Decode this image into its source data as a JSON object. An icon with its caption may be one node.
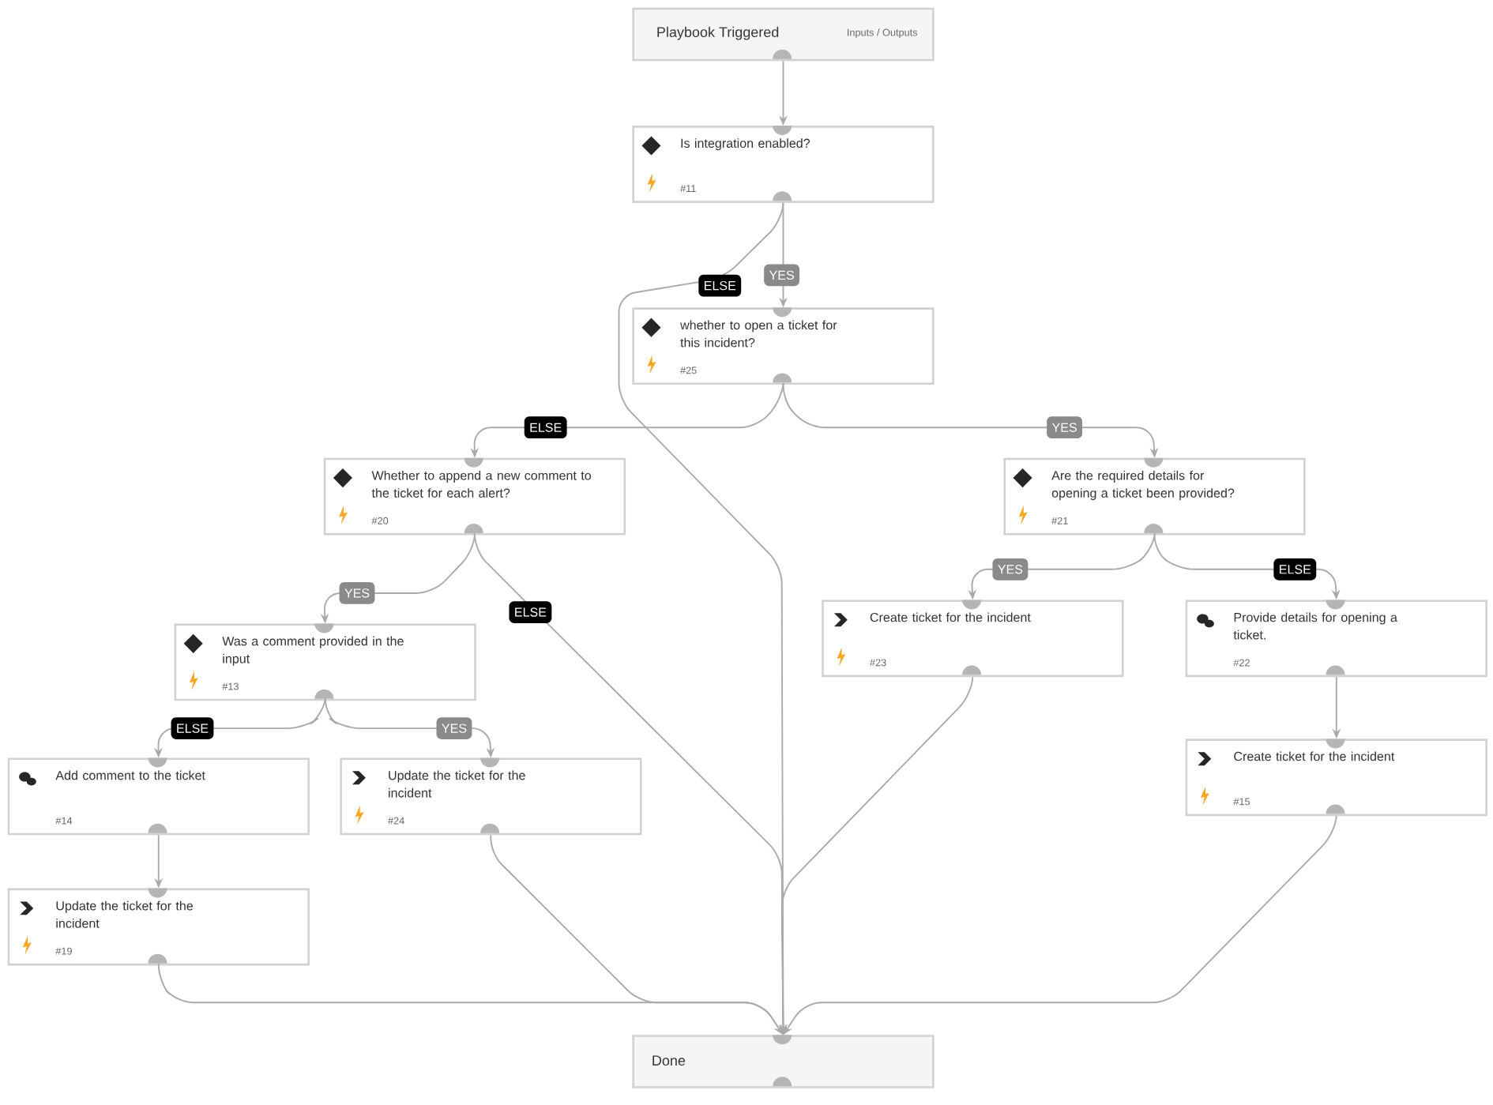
{
  "diagram": {
    "nodes": [
      {
        "text": [
          "Playbook Triggered",
          "Inputs / Outputs"
        ]
      },
      {
        "text": [
          "Is integration enabled?",
          "#11"
        ]
      },
      {
        "text": [
          "whether to open a ticket for this incident?",
          "#25"
        ]
      },
      {
        "text": [
          "Whether to append a new comment to the ticket for each alert?",
          "#20"
        ]
      },
      {
        "text": [
          "Are the required details for opening a ticket been provided?",
          "#21"
        ]
      },
      {
        "text": [
          "Was a comment provided in the input",
          "#13"
        ]
      },
      {
        "text": [
          "Create ticket for the incident",
          "#23"
        ]
      },
      {
        "text": [
          "Provide details for opening a ticket.",
          "#22"
        ]
      },
      {
        "text": [
          "Add comment to the ticket",
          "#14"
        ]
      },
      {
        "text": [
          "Update the ticket for the incident",
          "#24"
        ]
      },
      {
        "text": [
          "Create ticket for the incident",
          "#15"
        ]
      },
      {
        "text": [
          "Update the ticket for the incident",
          "#19"
        ]
      },
      {
        "text": [
          "Done"
        ]
      }
    ],
    "edges": [
      {
        "from": 0,
        "to": 1,
        "arrow": "to"
      },
      {
        "from": 1,
        "to": 2,
        "arrow": "to",
        "label": "YES"
      },
      {
        "from": 1,
        "to": 12,
        "arrow": "to",
        "label": "ELSE"
      },
      {
        "from": 2,
        "to": 3,
        "arrow": "to",
        "label": "ELSE"
      },
      {
        "from": 2,
        "to": 4,
        "arrow": "to",
        "label": "YES"
      },
      {
        "from": 3,
        "to": 5,
        "arrow": "to",
        "label": "YES"
      },
      {
        "from": 3,
        "to": 12,
        "arrow": "to",
        "label": "ELSE"
      },
      {
        "from": 4,
        "to": 6,
        "arrow": "to",
        "label": "YES"
      },
      {
        "from": 4,
        "to": 7,
        "arrow": "to",
        "label": "ELSE"
      },
      {
        "from": 5,
        "to": 8,
        "arrow": "to",
        "label": "ELSE"
      },
      {
        "from": 5,
        "to": 9,
        "arrow": "to",
        "label": "YES"
      },
      {
        "from": 7,
        "to": 10,
        "arrow": "to"
      },
      {
        "from": 8,
        "to": 11,
        "arrow": "to"
      },
      {
        "from": 11,
        "to": 12,
        "arrow": "to"
      },
      {
        "from": 9,
        "to": 12,
        "arrow": "to"
      },
      {
        "from": 6,
        "to": 12,
        "arrow": "to"
      },
      {
        "from": 10,
        "to": 12,
        "arrow": "to"
      }
    ]
  }
}
